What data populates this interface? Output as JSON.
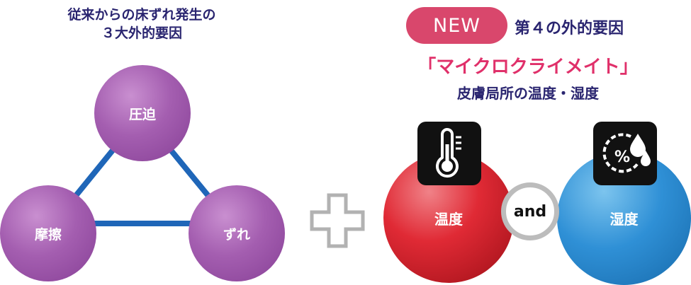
{
  "left": {
    "title_line1": "従来からの床ずれ発生の",
    "title_line2": "３大外的要因",
    "factors": {
      "pressure": "圧迫",
      "friction": "摩擦",
      "shear": "ずれ"
    }
  },
  "right": {
    "new_badge": "NEW",
    "fourth_factor": "第４の外的要因",
    "microclimate": "「マイクロクライメイト」",
    "subtitle": "皮膚局所の温度・湿度",
    "temperature": "温度",
    "humidity": "湿度",
    "and": "and"
  },
  "icons": {
    "plus": "plus-icon",
    "thermometer": "thermometer-icon",
    "humidity": "humidity-percent-droplet-icon"
  },
  "colors": {
    "navy_text": "#2a2570",
    "purple": "#a45eb0",
    "triangle_line": "#1f66b8",
    "badge_pink": "#d9476c",
    "micro_pink": "#e0306a",
    "red": "#e02a35",
    "blue": "#2f90d6"
  }
}
